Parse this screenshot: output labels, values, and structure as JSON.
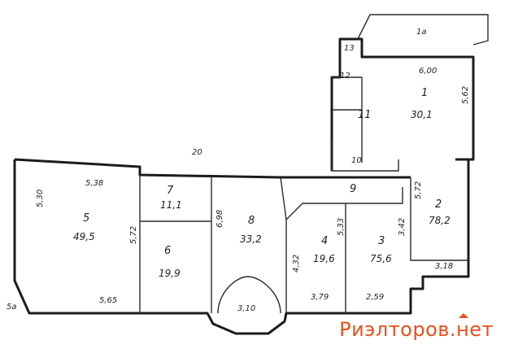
{
  "plan": {
    "rooms": [
      {
        "id": "1",
        "name_label": "1",
        "area_label": "30,1"
      },
      {
        "id": "1a",
        "name_label": "1a"
      },
      {
        "id": "2",
        "name_label": "2",
        "area_label": "78,2"
      },
      {
        "id": "3",
        "name_label": "3",
        "area_label": "75,6"
      },
      {
        "id": "4",
        "name_label": "4",
        "area_label": "19,6"
      },
      {
        "id": "5",
        "name_label": "5",
        "area_label": "49,5"
      },
      {
        "id": "5a",
        "name_label": "5a"
      },
      {
        "id": "6",
        "name_label": "6",
        "area_label": "19,9"
      },
      {
        "id": "7",
        "name_label": "7",
        "area_label": "11,1"
      },
      {
        "id": "8",
        "name_label": "8",
        "area_label": "33,2"
      },
      {
        "id": "9",
        "name_label": "9"
      },
      {
        "id": "10",
        "name_label": "10"
      },
      {
        "id": "11",
        "name_label": "11"
      },
      {
        "id": "12",
        "name_label": "12"
      },
      {
        "id": "13",
        "name_label": "13"
      }
    ],
    "dimensions": {
      "d600": "6,00",
      "d562": "5,62",
      "d530": "5,30",
      "d538": "5,38",
      "d565": "5,65",
      "d572": "5,72",
      "d698": "6,98",
      "d432": "4,32",
      "d533": "5,33",
      "d342": "3,42",
      "d318": "3,18",
      "d379": "3,79",
      "d259": "2,59",
      "d310": "3,10",
      "d20": "20",
      "d572b": "5,72"
    }
  },
  "watermark": {
    "text_before": "Риэлторов.",
    "roof_letter": "н",
    "text_after": "ет",
    "color": "#e8501c"
  }
}
